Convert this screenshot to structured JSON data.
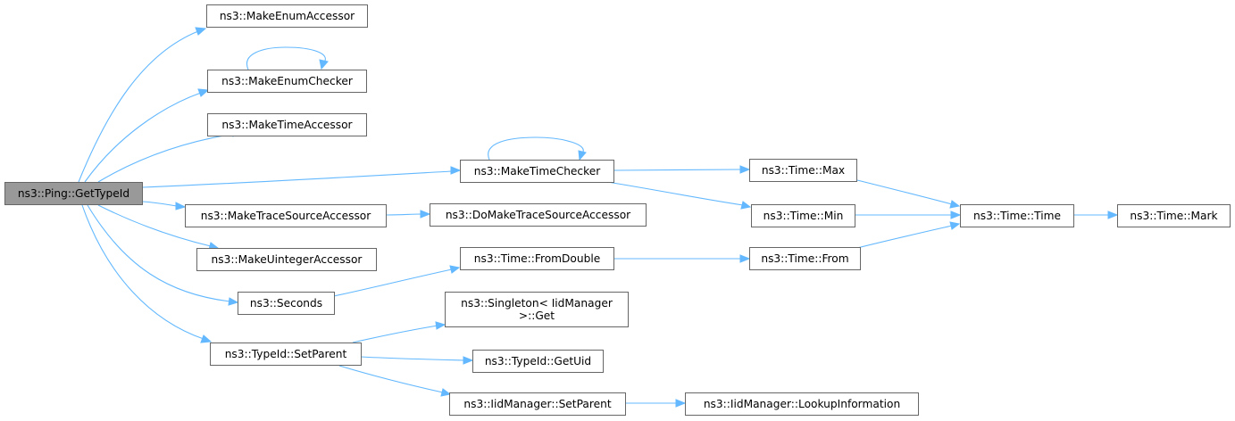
{
  "diagram": {
    "edge_color": "#63b8ff",
    "root_fill": "#999999",
    "node_border": "#666666",
    "nodes": [
      {
        "id": "root",
        "label": "ns3::Ping::GetTypeId"
      },
      {
        "id": "makeEnumAccessor",
        "label": "ns3::MakeEnumAccessor"
      },
      {
        "id": "makeEnumChecker",
        "label": "ns3::MakeEnumChecker"
      },
      {
        "id": "makeTimeAccessor",
        "label": "ns3::MakeTimeAccessor"
      },
      {
        "id": "makeTimeChecker",
        "label": "ns3::MakeTimeChecker"
      },
      {
        "id": "makeTraceSourceAccessor",
        "label": "ns3::MakeTraceSourceAccessor"
      },
      {
        "id": "doMakeTraceSourceAccessor",
        "label": "ns3::DoMakeTraceSourceAccessor"
      },
      {
        "id": "makeUintegerAccessor",
        "label": "ns3::MakeUintegerAccessor"
      },
      {
        "id": "seconds",
        "label": "ns3::Seconds"
      },
      {
        "id": "typeIdSetParent",
        "label": "ns3::TypeId::SetParent"
      },
      {
        "id": "timeMax",
        "label": "ns3::Time::Max"
      },
      {
        "id": "timeMin",
        "label": "ns3::Time::Min"
      },
      {
        "id": "timeTime",
        "label": "ns3::Time::Time"
      },
      {
        "id": "timeMark",
        "label": "ns3::Time::Mark"
      },
      {
        "id": "timeFromDouble",
        "label": "ns3::Time::FromDouble"
      },
      {
        "id": "timeFrom",
        "label": "ns3::Time::From"
      },
      {
        "id": "singletonGet",
        "label": "ns3::Singleton< IidManager\n >::Get"
      },
      {
        "id": "typeIdGetUid",
        "label": "ns3::TypeId::GetUid"
      },
      {
        "id": "iidManagerSetParent",
        "label": "ns3::IidManager::SetParent"
      },
      {
        "id": "iidManagerLookupInformation",
        "label": "ns3::IidManager::LookupInformation"
      }
    ]
  }
}
